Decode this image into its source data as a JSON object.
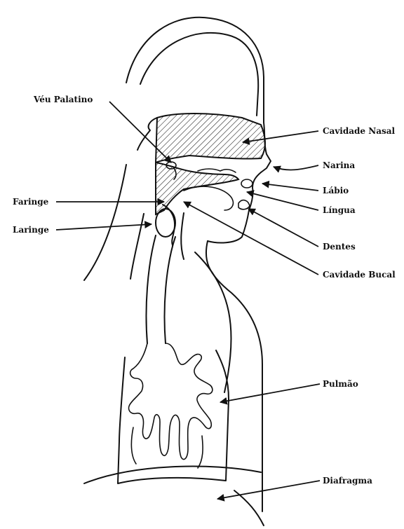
{
  "labels": {
    "veu_palatino": "Véu Palatino",
    "cavidade_nasal": "Cavidade Nasal",
    "narina": "Narina",
    "labio": "Lábio",
    "lingua": "Língua",
    "faringe": "Faringe",
    "laringe": "Laringe",
    "dentes": "Dentes",
    "cavidade_bucal": "Cavidade Bucal",
    "pulmao": "Pulmão",
    "diafragma": "Diafragma"
  },
  "colors": {
    "ink": "#111111",
    "background": "#ffffff"
  }
}
